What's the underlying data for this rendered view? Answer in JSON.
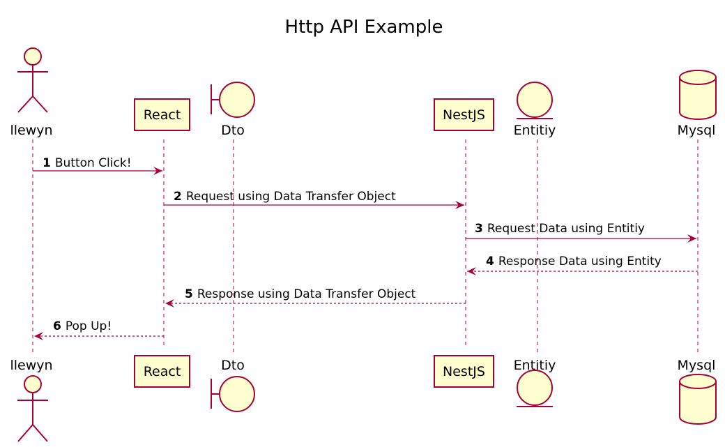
{
  "title": "Http API Example",
  "colors": {
    "line": "#a80036",
    "fill": "#fefece",
    "text": "#000000"
  },
  "participants": [
    {
      "id": "llewyn",
      "label": "llewyn",
      "shape": "actor"
    },
    {
      "id": "react",
      "label": "React",
      "shape": "participant"
    },
    {
      "id": "dto",
      "label": "Dto",
      "shape": "boundary"
    },
    {
      "id": "nestjs",
      "label": "NestJS",
      "shape": "participant"
    },
    {
      "id": "entitiy",
      "label": "Entitiy",
      "shape": "entity"
    },
    {
      "id": "mysql",
      "label": "Mysql",
      "shape": "database"
    }
  ],
  "messages": [
    {
      "num": "1",
      "text": "Button Click!",
      "from": "llewyn",
      "to": "react",
      "style": "solid"
    },
    {
      "num": "2",
      "text": "Request using Data Transfer Object",
      "from": "react",
      "to": "nestjs",
      "style": "solid"
    },
    {
      "num": "3",
      "text": "Request Data using Entitiy",
      "from": "nestjs",
      "to": "mysql",
      "style": "solid"
    },
    {
      "num": "4",
      "text": "Response Data using Entity",
      "from": "mysql",
      "to": "nestjs",
      "style": "dashed"
    },
    {
      "num": "5",
      "text": "Response using Data Transfer Object",
      "from": "nestjs",
      "to": "react",
      "style": "dashed"
    },
    {
      "num": "6",
      "text": "Pop Up!",
      "from": "react",
      "to": "llewyn",
      "style": "dashed"
    }
  ]
}
